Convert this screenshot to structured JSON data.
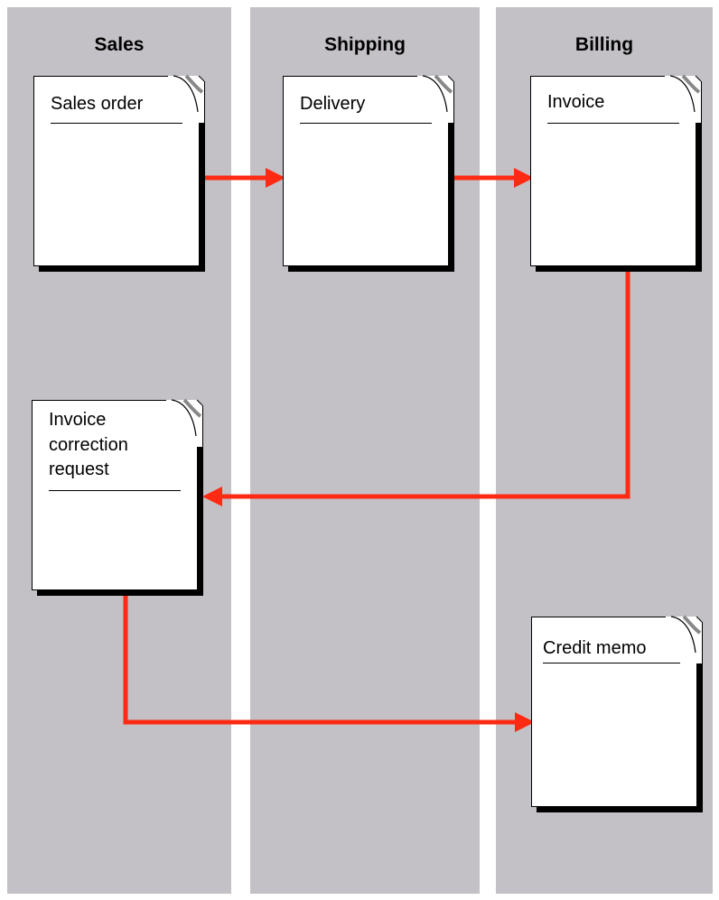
{
  "lanes": {
    "sales": "Sales",
    "shipping": "Shipping",
    "billing": "Billing"
  },
  "documents": {
    "sales_order": "Sales order",
    "delivery": "Delivery",
    "invoice": "Invoice",
    "invoice_correction_request": [
      "Invoice",
      "correction",
      "request"
    ],
    "credit_memo": "Credit memo"
  },
  "colors": {
    "lane": "#c3c0c6",
    "arrow": "#ff2a14",
    "document": "#ffffff",
    "shadow": "#000000"
  }
}
